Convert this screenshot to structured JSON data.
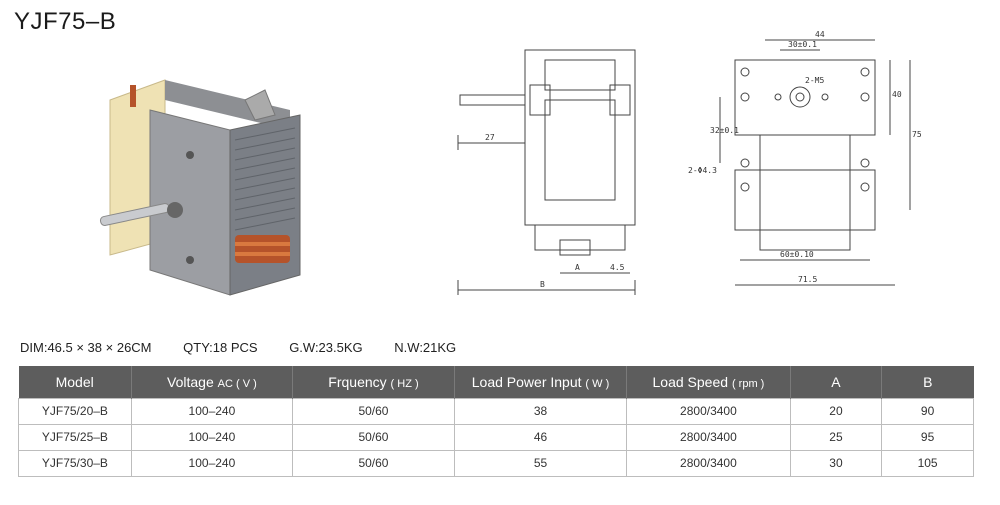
{
  "title": "YJF75–B",
  "specs": {
    "dim": "DIM:46.5 × 38 × 26CM",
    "qty": "QTY:18 PCS",
    "gw": "G.W:23.5KG",
    "nw": "N.W:21KG"
  },
  "drawing_labels": {
    "d27": "27",
    "dA": "A",
    "d4_5": "4.5",
    "dB": "B",
    "d44": "44",
    "d30": "30±0.1",
    "d2m5": "2-M5",
    "d40": "40",
    "d75": "75",
    "d32": "32±0.1",
    "d2phi": "2-Φ4.3",
    "d60": "60±0.10",
    "d71": "71.5"
  },
  "table": {
    "headers": [
      {
        "main": "Model",
        "unit": ""
      },
      {
        "main": "Voltage",
        "unit": "AC ( V )"
      },
      {
        "main": "Frquency",
        "unit": "( HZ )"
      },
      {
        "main": "Load Power Input",
        "unit": "( W )"
      },
      {
        "main": "Load Speed",
        "unit": "( rpm )"
      },
      {
        "main": "A",
        "unit": ""
      },
      {
        "main": "B",
        "unit": ""
      }
    ],
    "rows": [
      [
        "YJF75/20–B",
        "100–240",
        "50/60",
        "38",
        "2800/3400",
        "20",
        "90"
      ],
      [
        "YJF75/25–B",
        "100–240",
        "50/60",
        "46",
        "2800/3400",
        "25",
        "95"
      ],
      [
        "YJF75/30–B",
        "100–240",
        "50/60",
        "55",
        "2800/3400",
        "30",
        "105"
      ]
    ]
  },
  "colors": {
    "header_bg": "#5d5d5d",
    "copper": "#b5532a",
    "coil_tape": "#efe2b4",
    "housing": "#9c9ea3"
  }
}
